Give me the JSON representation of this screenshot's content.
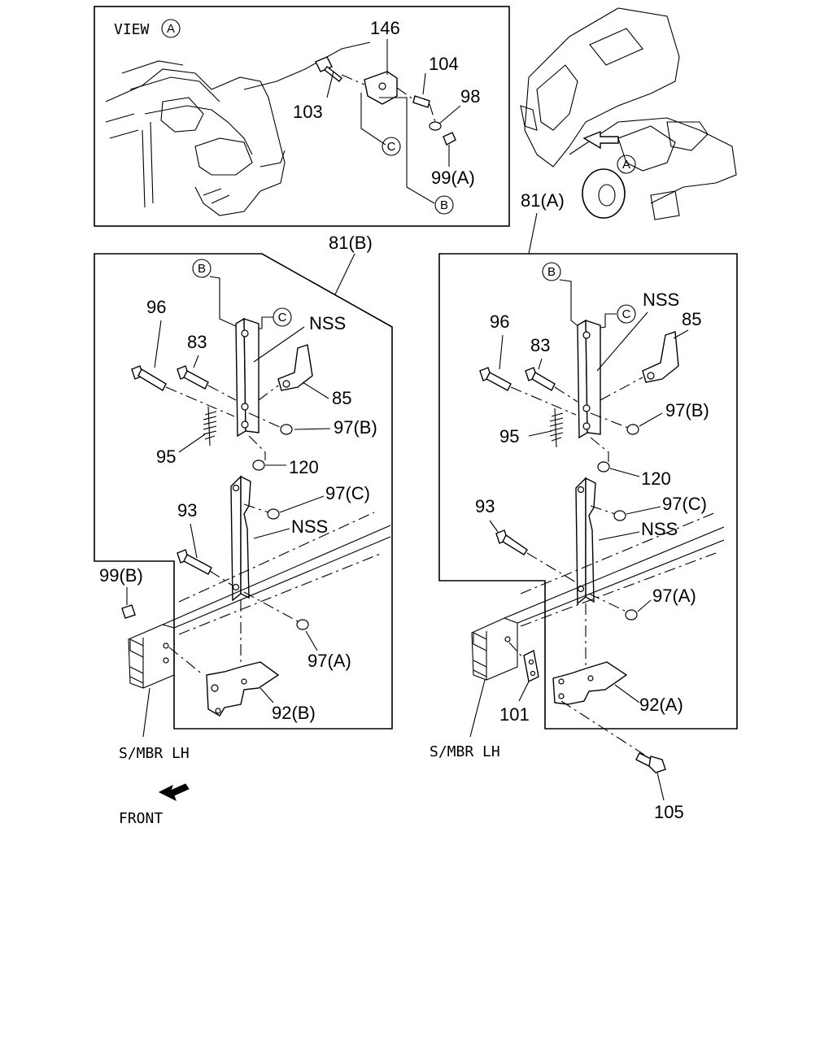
{
  "view_label": "VIEW",
  "callouts": {
    "a": "A",
    "b": "B",
    "c": "C"
  },
  "labels": {
    "p146": "146",
    "p104": "104",
    "p103": "103",
    "p98": "98",
    "p99a": "99(A)",
    "p81a": "81(A)",
    "p81b": "81(B)",
    "nss": "NSS",
    "p85": "85",
    "p96": "96",
    "p83": "83",
    "p97a": "97(A)",
    "p97b": "97(B)",
    "p97c": "97(C)",
    "p95": "95",
    "p120": "120",
    "p93": "93",
    "p99b": "99(B)",
    "p92a": "92(A)",
    "p92b": "92(B)",
    "p101": "101",
    "p105": "105",
    "smbr_lh": "S/MBR LH",
    "front": "FRONT"
  }
}
